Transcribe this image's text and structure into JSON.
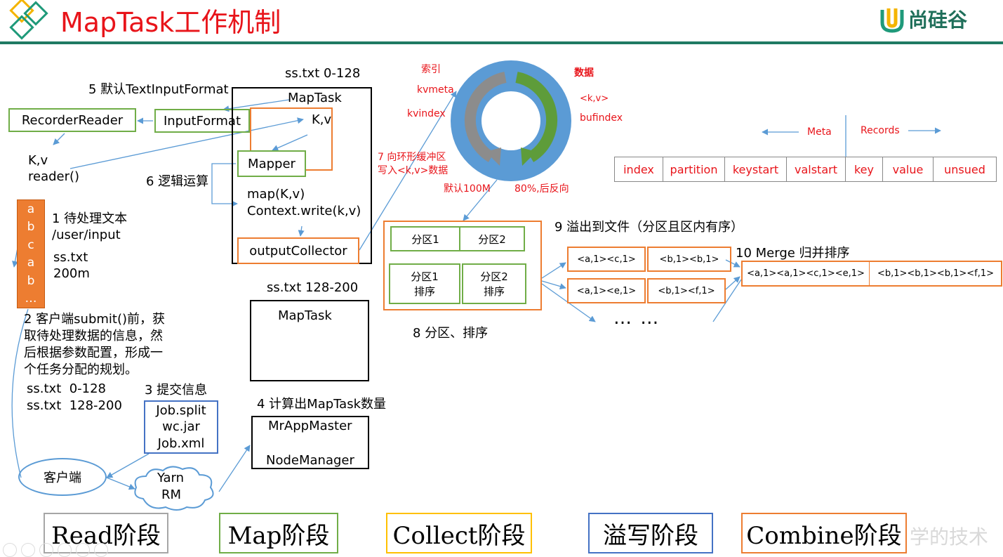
{
  "header": {
    "title": "MapTask工作机制",
    "brand": "尚硅谷"
  },
  "split1_label": "ss.txt 0-128",
  "split2_label": "ss.txt 128-200",
  "maptask1_title": "MapTask",
  "maptask2_title": "MapTask",
  "kv_inner": "K,v",
  "mapper_label": "Mapper",
  "map_code_1": "map(K,v)",
  "map_code_2": "Context.write(k,v)",
  "output_collector": "outputCollector",
  "step5_label": "5 默认TextInputFormat",
  "recorder_reader": "RecorderReader",
  "input_format": "InputFormat",
  "kv_reader_1": "K,v",
  "kv_reader_2": "reader()",
  "step6_label": "6 逻辑运算",
  "file_letters": [
    "a",
    "b",
    "c",
    "a",
    "b",
    "…"
  ],
  "step1_lines": [
    "1 待处理文本",
    "/user/input"
  ],
  "file_info": [
    "ss.txt",
    "200m"
  ],
  "step2_lines": [
    "2 客户端submit()前，获",
    "取待处理数据的信息，然",
    "后根据参数配置，形成一",
    "个任务分配的规划。"
  ],
  "split_list": [
    "ss.txt  0-128",
    "ss.txt  128-200"
  ],
  "step3_label": "3 提交信息",
  "job_files": [
    "Job.split",
    "wc.jar",
    "Job.xml"
  ],
  "client_label": "客户端",
  "yarn_lines": [
    "Yarn",
    "RM"
  ],
  "step4_label": "4 计算出MapTask数量",
  "mrapp_master": "MrAppMaster",
  "node_manager": "NodeManager",
  "ring": {
    "index_cn": "索引",
    "kvmeta": "kvmeta",
    "kvindex": "kvindex",
    "data_cn": "数据",
    "kv": "<k,v>",
    "bufindex": "bufindex",
    "step7_lines": [
      "7 向环形缓冲区",
      "写入<k,v>数据"
    ],
    "default_size": "默认100M",
    "threshold": "80%,后反向"
  },
  "meta_label": "Meta",
  "records_label": "Records",
  "buffer_fields": [
    "index",
    "partition",
    "keystart",
    "valstart",
    "key",
    "value",
    "unsued"
  ],
  "partitions": {
    "p1": "分区1",
    "p2": "分区2",
    "p1_sort": [
      "分区1",
      "排序"
    ],
    "p2_sort": [
      "分区2",
      "排序"
    ]
  },
  "step8_label": "8 分区、排序",
  "step9_label": "9 溢出到文件（分区且区内有序）",
  "spill_files": [
    "<a,1><c,1>",
    "<b,1><b,1>",
    "<a,1><e,1>",
    "<b,1><f,1>"
  ],
  "ellipsis": "… …",
  "step10_label": "10 Merge 归并排序",
  "merged": [
    "<a,1><a,1><c,1><e,1>",
    "<b,1><b,1><b,1><f,1>"
  ],
  "stages": [
    "Read阶段",
    "Map阶段",
    "Collect阶段",
    "溢写阶段",
    "Combine阶段"
  ],
  "watermark": "学的技术"
}
